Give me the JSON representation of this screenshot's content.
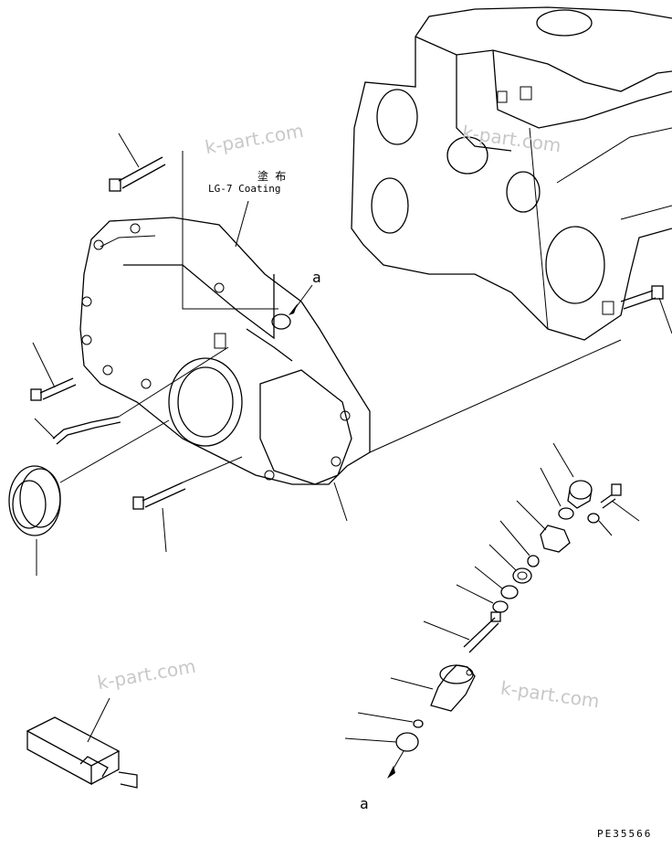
{
  "watermarks": [
    "k-part.com",
    "k-part.com",
    "k-part.com",
    "k-part.com"
  ],
  "labels": {
    "coating_jp": "塗 布",
    "coating_en": "LG-7 Coating",
    "ref_a_top": "a",
    "ref_a_bottom": "a",
    "drawing_number": "PE35566"
  }
}
